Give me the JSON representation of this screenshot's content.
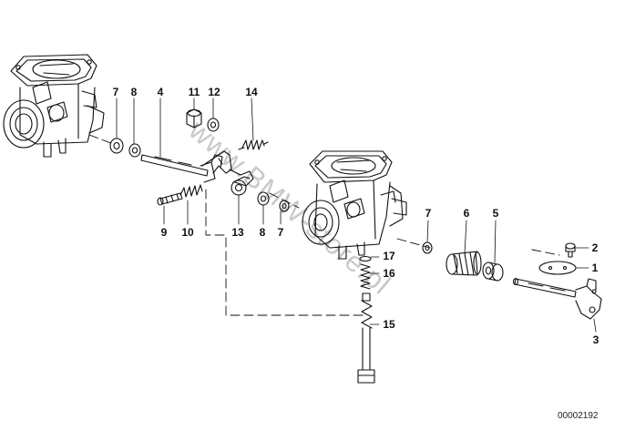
{
  "watermark": "www.BMW-store.pl",
  "diagram_code": "00002192",
  "callouts": {
    "c7a": "7",
    "c8a": "8",
    "c4": "4",
    "c11": "11",
    "c12": "12",
    "c14": "14",
    "c9": "9",
    "c10": "10",
    "c13": "13",
    "c8b": "8",
    "c7b": "7",
    "c7c": "7",
    "c6": "6",
    "c5": "5",
    "c2": "2",
    "c1": "1",
    "c3": "3",
    "c17": "17",
    "c16": "16",
    "c15": "15"
  }
}
